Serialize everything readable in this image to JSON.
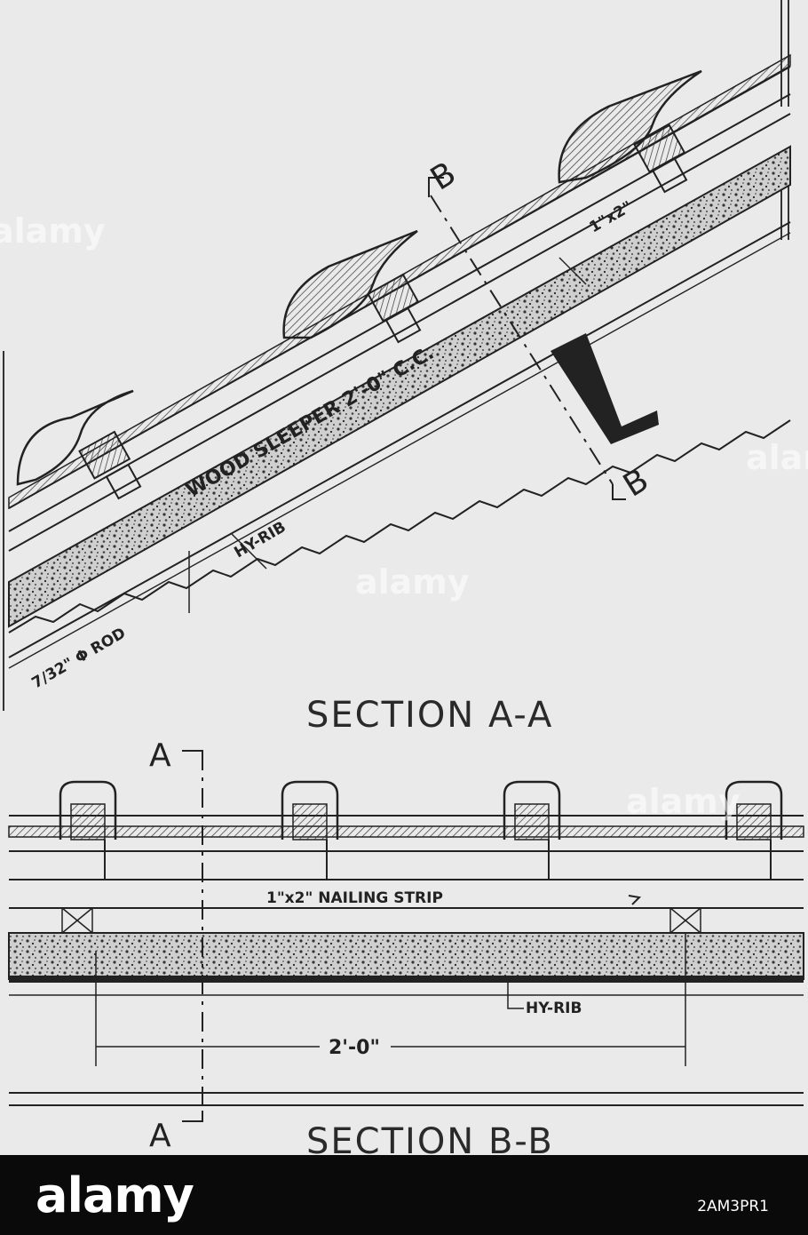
{
  "drawing": {
    "section_a": {
      "title": "SECTION A-A",
      "cut_label_top": "B",
      "cut_label_bottom": "B",
      "labels": {
        "wood_sleeper": "WOOD SLEEPER 2'-0\" C.C.",
        "hy_rib": "HY-RIB",
        "rod": "7/32\" Φ ROD",
        "strip_size": "1\"x2\""
      }
    },
    "section_b": {
      "title": "SECTION B-B",
      "cut_label_top": "A",
      "cut_label_bottom": "A",
      "labels": {
        "nailing_strip": "1\"x2\" NAILING STRIP",
        "hy_rib": "HY-RIB",
        "dimension": "2'-0\""
      }
    }
  },
  "watermark": "alamy",
  "footer": {
    "logo": "alamy",
    "image_id": "2AM3PR1"
  }
}
